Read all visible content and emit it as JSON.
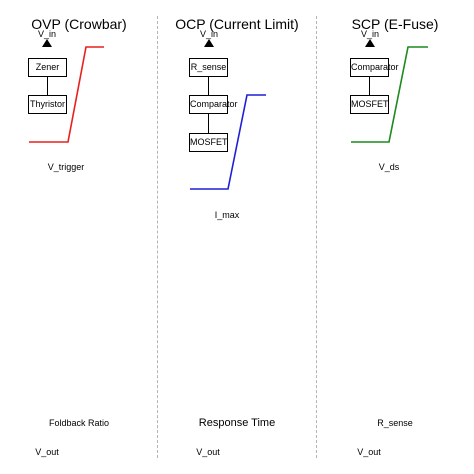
{
  "panels": [
    {
      "title": "OVP (Crowbar)",
      "input_label": "V_in",
      "blocks": [
        "Zener",
        "Thyristor"
      ],
      "curve_label": "V_trigger",
      "curve_color": "#e8201c",
      "bottom_label": "Foldback Ratio",
      "output_label": "V_out"
    },
    {
      "title": "OCP (Current Limit)",
      "input_label": "V_in",
      "blocks": [
        "R_sense",
        "Comparator",
        "MOSFET"
      ],
      "curve_label": "I_max",
      "curve_color": "#1f1fd6",
      "bottom_label": "Response Time",
      "output_label": "V_out"
    },
    {
      "title": "SCP (E-Fuse)",
      "input_label": "V_in",
      "blocks": [
        "Comparator",
        "MOSFET"
      ],
      "curve_label": "V_ds",
      "curve_color": "#1c8a1c",
      "bottom_label": "R_sense",
      "output_label": "V_out"
    }
  ]
}
